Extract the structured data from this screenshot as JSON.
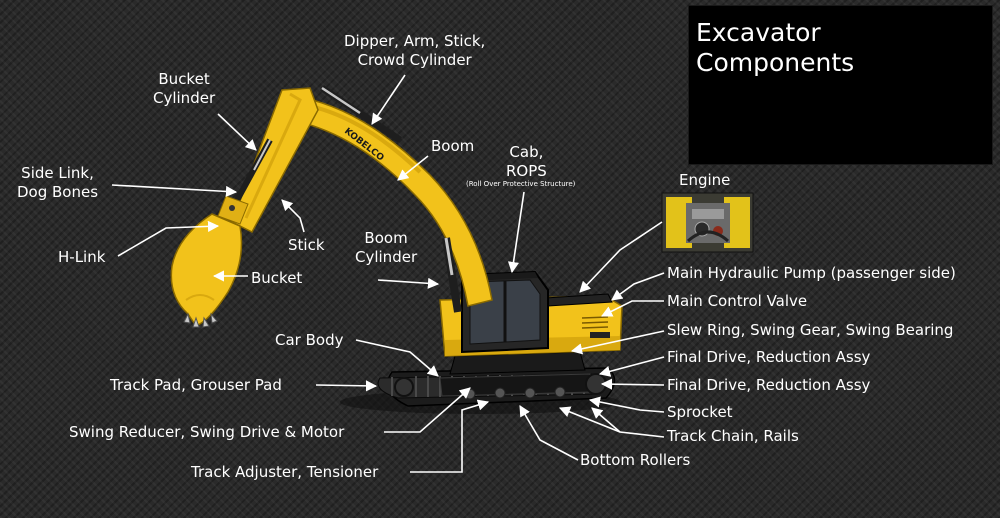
{
  "diagram": {
    "title": "Excavator\nComponents",
    "machine_brand": "KOBELCO",
    "accent_color": "#f2c21b",
    "labels": {
      "dipper": "Dipper, Arm, Stick,\nCrowd Cylinder",
      "bucket_cylinder": "Bucket\nCylinder",
      "side_link": "Side Link,\nDog Bones",
      "h_link": "H-Link",
      "stick": "Stick",
      "bucket": "Bucket",
      "boom": "Boom",
      "boom_cylinder": "Boom\nCylinder",
      "cab": "Cab,\nROPS",
      "rops_note": "(Roll Over Protective Structure)",
      "engine": "Engine",
      "main_pump": "Main Hydraulic Pump (passenger side)",
      "control_valve": "Main Control Valve",
      "slew_ring": "Slew Ring, Swing Gear, Swing Bearing",
      "final_drive_1": "Final Drive, Reduction Assy",
      "final_drive_2": "Final Drive, Reduction Assy",
      "sprocket": "Sprocket",
      "track_chain": "Track Chain, Rails",
      "bottom_rollers": "Bottom Rollers",
      "car_body": "Car Body",
      "track_pad": "Track Pad, Grouser Pad",
      "swing_reducer": "Swing Reducer, Swing Drive & Motor",
      "track_adjuster": "Track Adjuster, Tensioner"
    }
  }
}
